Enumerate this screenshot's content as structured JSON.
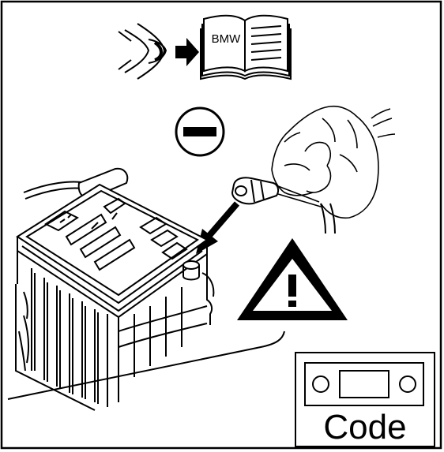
{
  "manual_label": "BMW",
  "radio_code_label": "Code",
  "warning_symbol": "!",
  "icons": {
    "frame": "figure-frame",
    "eye": "eye-icon",
    "arrow": "arrow-right-icon",
    "book": "manual-book-icon",
    "negative": "minus-circle-icon",
    "hand": "hand-icon",
    "terminal": "battery-clamp-icon",
    "pointer": "pointer-arrow-icon",
    "battery": "battery-icon",
    "warning": "warning-triangle-icon",
    "radio": "radio-code-icon"
  }
}
